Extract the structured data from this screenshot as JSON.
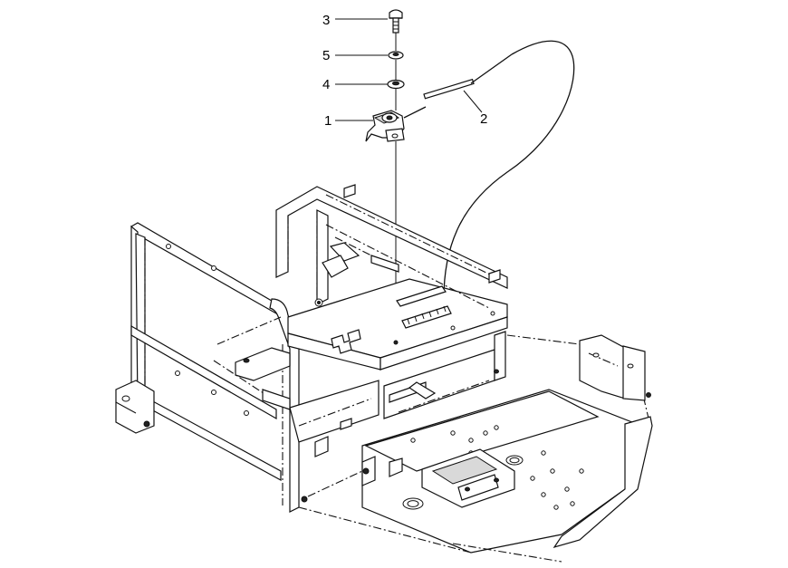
{
  "callouts": {
    "part_1": "1",
    "part_2": "2",
    "part_3": "3",
    "part_4": "4",
    "part_5": "5"
  },
  "colors": {
    "line": "#111111",
    "background": "#ffffff",
    "shade": "#d9d9d9"
  }
}
